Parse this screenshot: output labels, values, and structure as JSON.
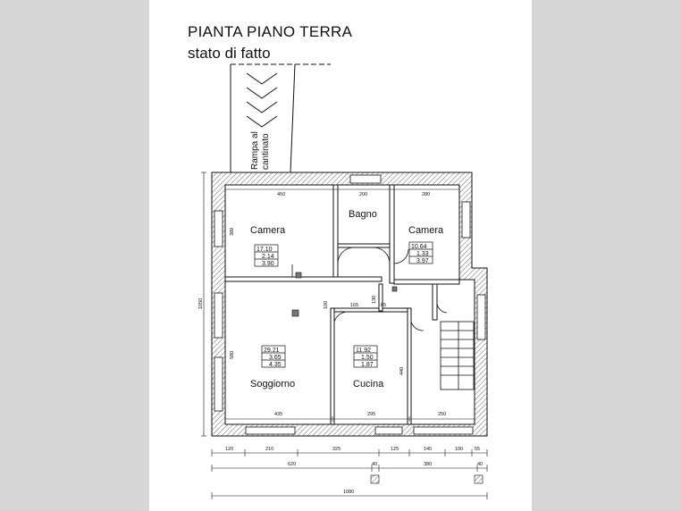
{
  "titles": {
    "line1": "PIANTA PIANO TERRA",
    "line2": "stato di fatto"
  },
  "ramp_label": [
    "Rampa al",
    "cantinato"
  ],
  "rooms": {
    "camera_left": {
      "name": "Camera",
      "values": [
        "17.10",
        "2.14",
        "3.90"
      ]
    },
    "bagno": {
      "name": "Bagno"
    },
    "camera_right": {
      "name": "Camera",
      "values": [
        "10.64",
        "1.33",
        "3.97"
      ]
    },
    "soggiorno": {
      "name": "Soggiorno",
      "values": [
        "29.21",
        "3.65",
        "4.35"
      ]
    },
    "cucina": {
      "name": "Cucina",
      "values": [
        "11.92",
        "1.50",
        "1.87"
      ]
    }
  },
  "dimensions": {
    "top": [
      "450",
      "200",
      "280"
    ],
    "inner": [
      "380",
      "165",
      "65",
      "130",
      "100",
      "580",
      "440"
    ],
    "left_total": "1050",
    "bottom_inner": [
      "435",
      "295",
      "250"
    ],
    "chain1": [
      "120",
      "210",
      "325",
      "125",
      "145",
      "100",
      "55"
    ],
    "chain2": [
      "620",
      "40",
      "380",
      "40"
    ],
    "chain3": [
      "1080"
    ]
  },
  "colors": {
    "wall_fill": "#ffffff",
    "hatch": "#333333",
    "line": "#111111"
  }
}
